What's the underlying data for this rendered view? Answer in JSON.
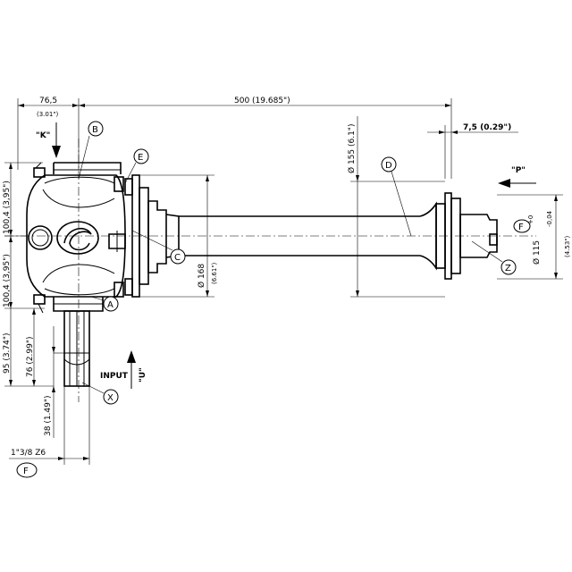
{
  "dimensions": {
    "width_top": "76,5",
    "width_top_inch": "(3.01\")",
    "length_total": "500 (19.685\")",
    "flange_thk": "7,5 (0.29\")",
    "upper_half": "100,4 (3,95\")",
    "lower_half": "100,4 (3,95\")",
    "shaft_height": "95 (3.74\")",
    "spline_len": "76 (2.99\")",
    "spline_short": "38 (1.49\")",
    "dia_tube": "Ø 155 (6.1\")",
    "dia_flange": "Ø 168",
    "dia_flange_inch": "(6.61\")",
    "dia_output": "Ø 115",
    "dia_output_tol_up": "+0",
    "dia_output_tol_dn": "-0,04",
    "dia_output_inch": "(4.53\")",
    "spline_spec": "1\"3/8 Z6"
  },
  "views": {
    "k": "\"K\"",
    "p": "\"P\"",
    "u": "\"U\"",
    "input": "INPUT"
  },
  "callouts": {
    "a": "A",
    "b": "B",
    "c": "C",
    "d": "D",
    "e": "E",
    "f1": "F",
    "f2": "F",
    "x": "X",
    "z": "Z"
  }
}
